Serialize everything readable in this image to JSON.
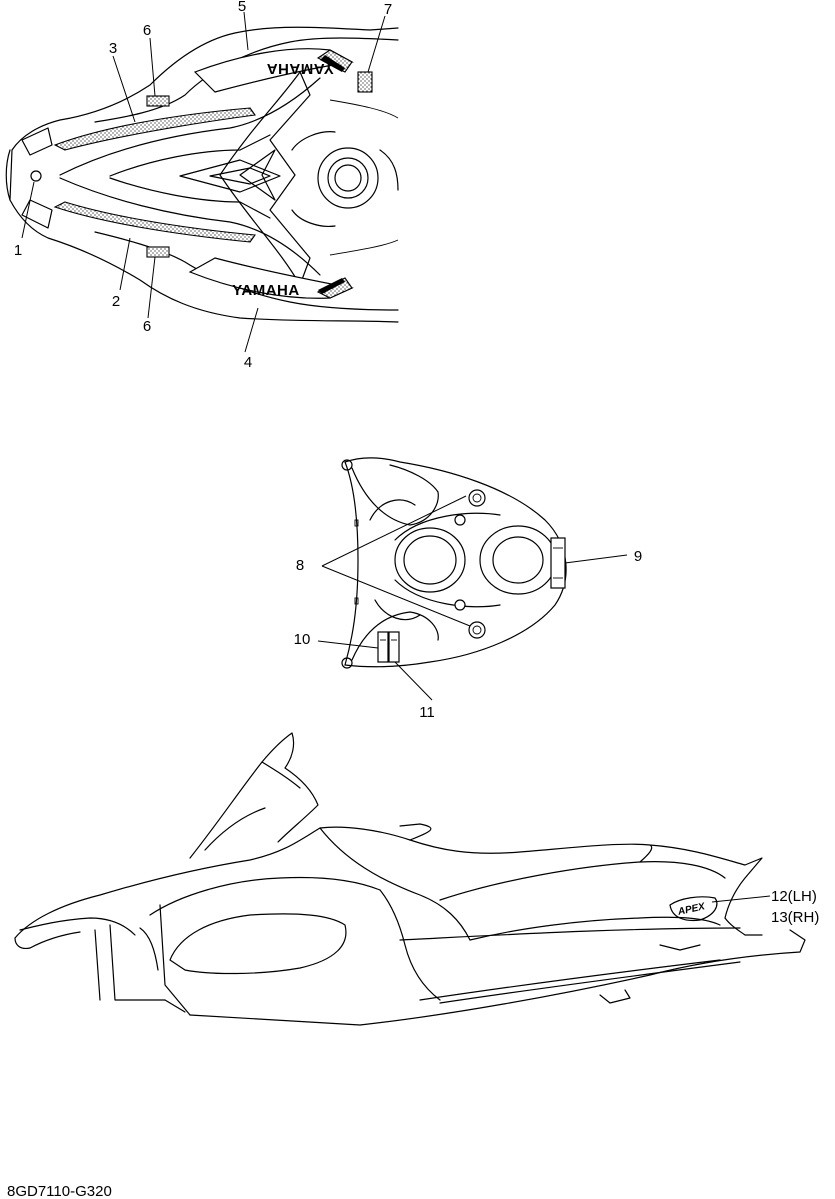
{
  "callouts": {
    "c1": "1",
    "c2": "2",
    "c3": "3",
    "c4": "4",
    "c5": "5",
    "c6a": "6",
    "c6b": "6",
    "c7": "7",
    "c8": "8",
    "c9": "9",
    "c10": "10",
    "c11": "11",
    "c12": "12(LH)",
    "c13": "13(RH)"
  },
  "decals": {
    "brand_left": "YAMAHA",
    "brand_right": "YAMAHA",
    "model": "APEX"
  },
  "drawing_code": "8GD7110-G320"
}
